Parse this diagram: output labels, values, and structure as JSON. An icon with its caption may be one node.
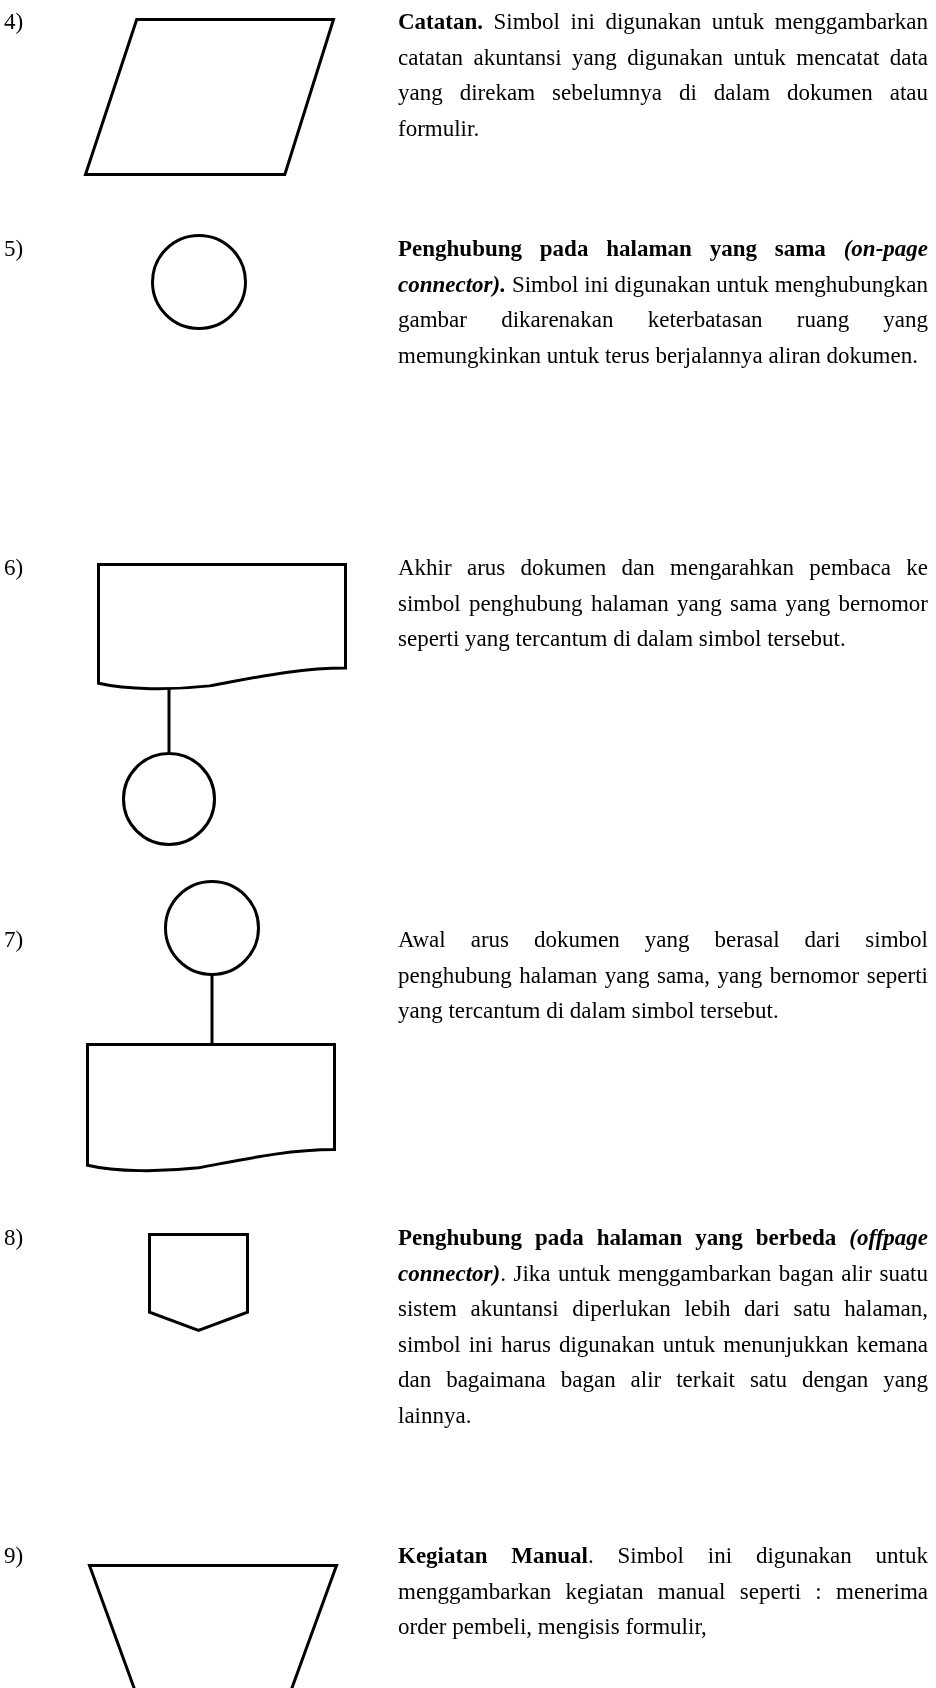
{
  "diagram": {
    "nodes": [
      {
        "text": [],
        "shape": "parallelogram"
      },
      {
        "text": [],
        "shape": "circle"
      },
      {
        "text": [],
        "shape": "document"
      },
      {
        "text": [],
        "shape": "circle"
      },
      {
        "text": [],
        "shape": "circle"
      },
      {
        "text": [],
        "shape": "document"
      },
      {
        "text": [],
        "shape": "pentagon"
      },
      {
        "text": [],
        "shape": "trapezoid"
      }
    ],
    "edges": [
      {
        "from": 2,
        "to": 3,
        "arrow": "none"
      },
      {
        "from": 4,
        "to": 5,
        "arrow": "none"
      }
    ],
    "labels": [
      "4)",
      "**Catatan.** Simbol ini digunakan untuk menggambarkan catatan akuntansi yang digunakan untuk mencatat data yang direkam sebelumnya di dalam dokumen atau formulir.",
      "5)",
      "**Penghubung pada halaman yang sama** *(on-page connector).* Simbol ini digunakan untuk menghubungkan gambar dikarenakan keterbatasan ruang yang memungkinkan untuk terus berjalannya aliran dokumen.",
      "6)",
      "Akhir arus dokumen dan mengarahkan pembaca ke simbol penghubung halaman yang sama yang bernomor seperti yang tercantum di dalam simbol tersebut.",
      "7)",
      "Awal arus dokumen yang berasal dari simbol penghubung halaman yang sama, yang bernomor seperti yang tercantum di dalam simbol tersebut.",
      "8)",
      "**Penghubung pada halaman yang berbeda** *(offpage connector)*. Jika untuk menggambarkan bagan alir suatu sistem akuntansi diperlukan lebih dari satu halaman, simbol ini harus digunakan untuk menunjukkan kemana dan bagaimana bagan alir terkait satu dengan yang lainnya.",
      "9)",
      "**Kegiatan Manual**. Simbol ini digunakan untuk menggambarkan kegiatan manual seperti : menerima order pembeli, mengisis formulir,"
    ]
  }
}
